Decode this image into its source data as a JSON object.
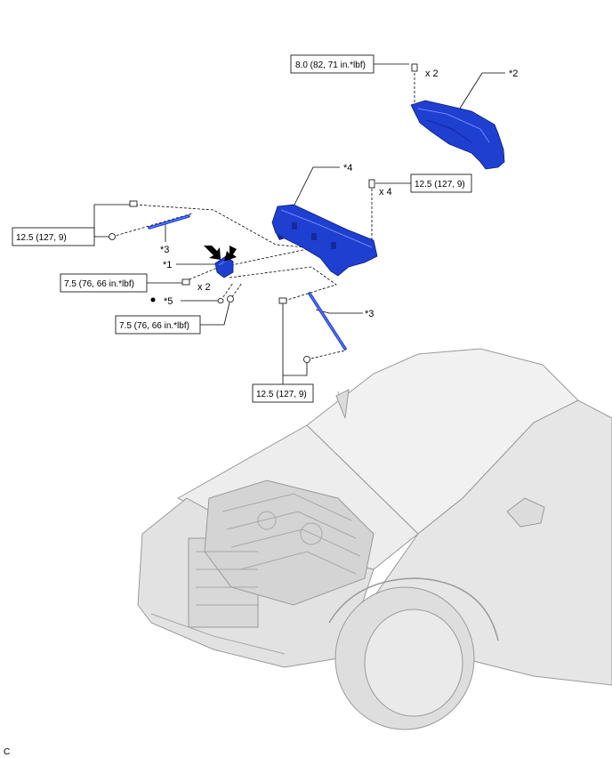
{
  "torque_labels": {
    "cowl_bolts": "8.0 (82, 71 in.*lbf)",
    "bracket_bolts": "12.5 (127, 9)",
    "strut_left": "12.5 (127, 9)",
    "small_bolts": "7.5 (76, 66 in.*lbf)",
    "nut": "7.5 (76, 66 in.*lbf)",
    "strut_right": "12.5 (127, 9)"
  },
  "quantities": {
    "cowl_bolts": "x 2",
    "bracket_bolts": "x 4",
    "small_bolts": "x 2"
  },
  "callouts": {
    "part2": "*2",
    "part4": "*4",
    "part3_left": "*3",
    "part1": "*1",
    "part5": "*5",
    "part3_right": "*3"
  },
  "figure_code": "C",
  "colors": {
    "part_blue": "#1f3fd0",
    "part_blue_dark": "#142a9a",
    "part_blue_light": "#4d6cf0",
    "line": "#000000",
    "vehicle_stroke": "#9a9a9a",
    "vehicle_fill": "#e9e9e9"
  }
}
